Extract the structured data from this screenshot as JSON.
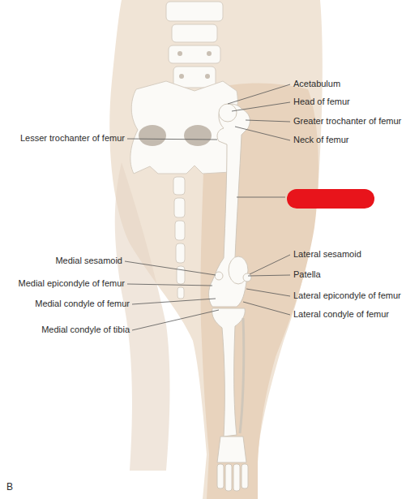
{
  "diagram": {
    "labels": [
      "Acetabulum",
      "Head of femur",
      "Greater trochanter of femur",
      "Neck of femur",
      "Lesser trochanter of femur",
      "Medial sesamoid",
      "Lateral sesamoid",
      "Patella",
      "Medial epicondyle of femur",
      "Lateral epicondyle of femur",
      "Medial condyle of femur",
      "Lateral condyle of femur",
      "Medial condyle of tibia",
      "B"
    ]
  }
}
